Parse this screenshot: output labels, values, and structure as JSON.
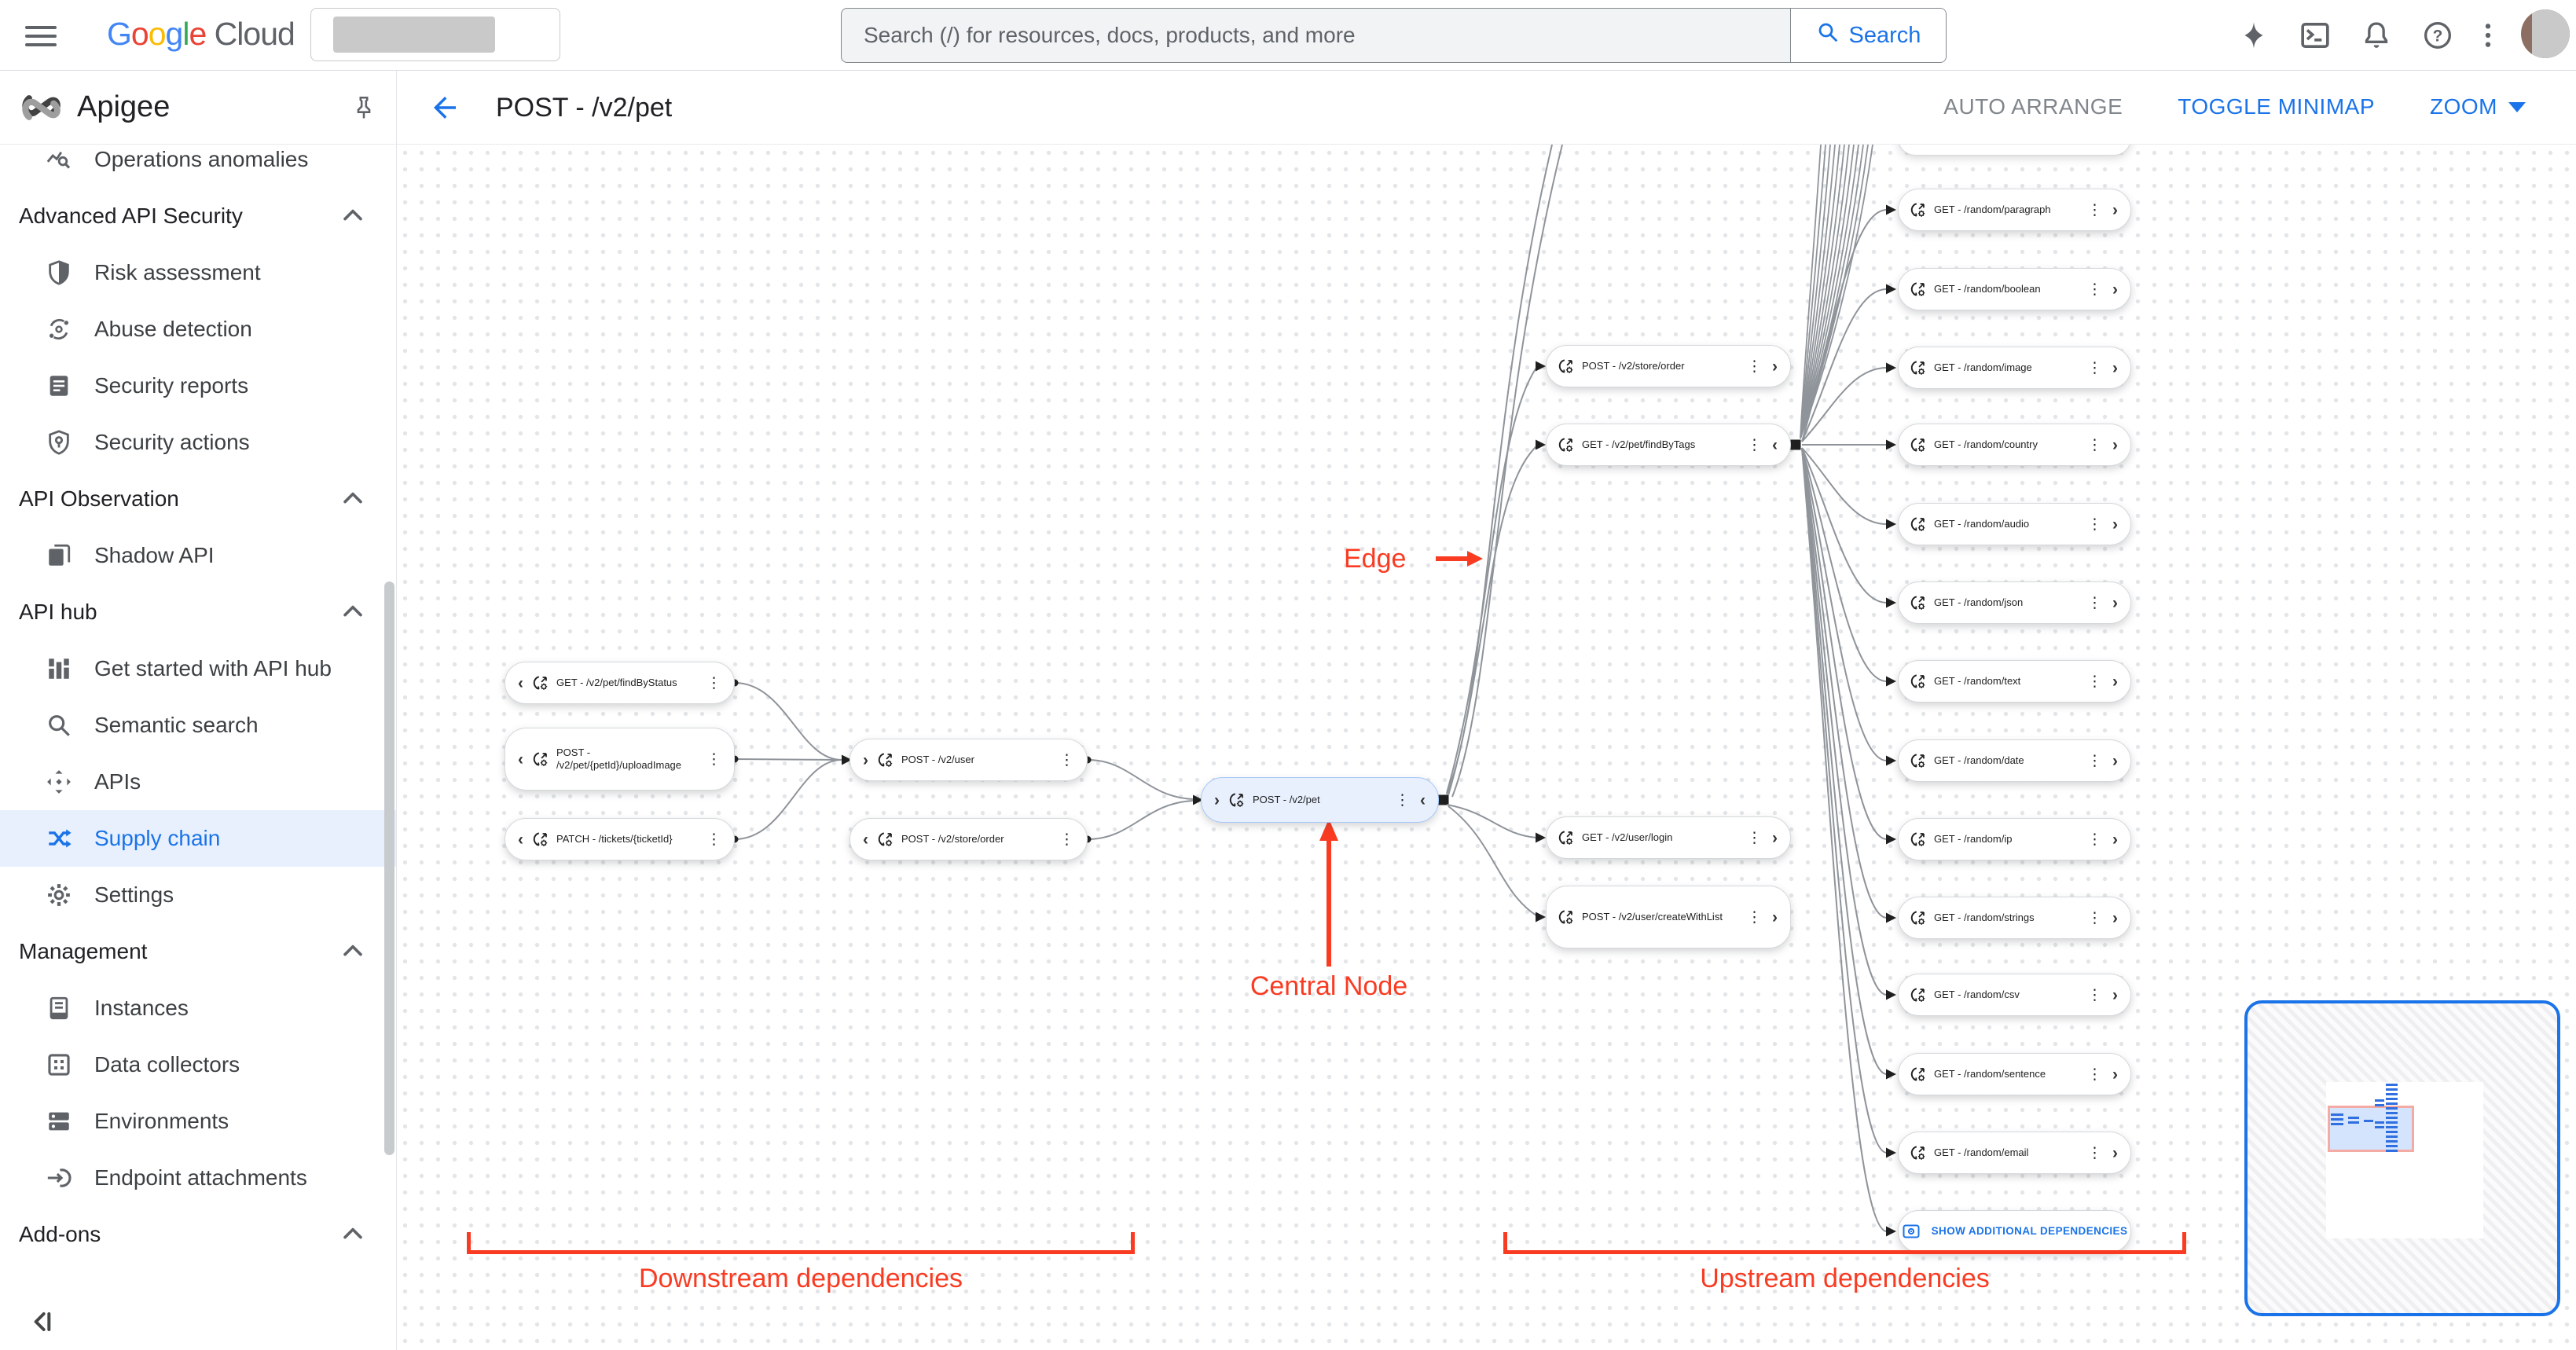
{
  "topbar": {
    "product": "Google Cloud",
    "search_placeholder": "Search (/) for resources, docs, products, and more",
    "search_button": "Search",
    "icons": [
      "hamburger-icon",
      "project-picker-icon",
      "search-icon",
      "gemini-icon",
      "cloud-shell-icon",
      "notifications-icon",
      "help-icon",
      "more-vert-icon",
      "avatar"
    ]
  },
  "sidebar": {
    "app_title": "Apigee",
    "pin_icon": "pin-icon",
    "items": [
      {
        "type": "item",
        "icon": "anomalies-icon",
        "label": "Operations anomalies"
      },
      {
        "type": "section",
        "label": "Advanced API Security"
      },
      {
        "type": "item",
        "icon": "shield-icon",
        "label": "Risk assessment"
      },
      {
        "type": "item",
        "icon": "abuse-detection-icon",
        "label": "Abuse detection"
      },
      {
        "type": "item",
        "icon": "report-icon",
        "label": "Security reports"
      },
      {
        "type": "item",
        "icon": "shield-key-icon",
        "label": "Security actions"
      },
      {
        "type": "section",
        "label": "API Observation"
      },
      {
        "type": "item",
        "icon": "copy-icon",
        "label": "Shadow API"
      },
      {
        "type": "section",
        "label": "API hub"
      },
      {
        "type": "item",
        "icon": "getstarted-icon",
        "label": "Get started with API hub"
      },
      {
        "type": "item",
        "icon": "search-icon",
        "label": "Semantic search"
      },
      {
        "type": "item",
        "icon": "apis-icon",
        "label": "APIs"
      },
      {
        "type": "item",
        "icon": "shuffle-icon",
        "label": "Supply chain",
        "selected": true
      },
      {
        "type": "item",
        "icon": "gear-icon",
        "label": "Settings"
      },
      {
        "type": "section",
        "label": "Management"
      },
      {
        "type": "item",
        "icon": "instances-icon",
        "label": "Instances"
      },
      {
        "type": "item",
        "icon": "data-collectors-icon",
        "label": "Data collectors"
      },
      {
        "type": "item",
        "icon": "environments-icon",
        "label": "Environments"
      },
      {
        "type": "item",
        "icon": "endpoint-icon",
        "label": "Endpoint attachments"
      },
      {
        "type": "section",
        "label": "Add-ons"
      }
    ]
  },
  "header": {
    "title": "POST - /v2/pet",
    "actions": {
      "auto_arrange": "AUTO ARRANGE",
      "toggle_minimap": "TOGGLE MINIMAP",
      "zoom": "ZOOM"
    }
  },
  "graph": {
    "node_icon": "api-proxy-icon",
    "downstream": [
      "GET - /v2/pet/findByStatus",
      "POST - /v2/pet/{petId}/uploadImage",
      "PATCH - /tickets/{ticketId}"
    ],
    "mid": [
      "POST - /v2/user",
      "POST - /v2/store/order"
    ],
    "central": "POST - /v2/pet",
    "upstream_mid": [
      "POST - /v2/store/order",
      "GET - /v2/pet/findByTags",
      "GET - /v2/user/login",
      "POST - /v2/user/createWithList"
    ],
    "upstream_right": [
      "GET - /random/paragraph",
      "GET - /random/boolean",
      "GET - /random/image",
      "GET - /random/country",
      "GET - /random/audio",
      "GET - /random/json",
      "GET - /random/text",
      "GET - /random/date",
      "GET - /random/ip",
      "GET - /random/strings",
      "GET - /random/csv",
      "GET - /random/sentence",
      "GET - /random/email"
    ],
    "show_additional": "SHOW ADDITIONAL DEPENDENCIES"
  },
  "annotations": {
    "edge": "Edge",
    "central_node": "Central Node",
    "downstream": "Downstream dependencies",
    "upstream": "Upstream dependencies",
    "color": "#f93b22"
  },
  "colors": {
    "accent_blue": "#1a73e8",
    "selected_bg": "#e8f0fe",
    "edge_gray": "#8f949a"
  }
}
